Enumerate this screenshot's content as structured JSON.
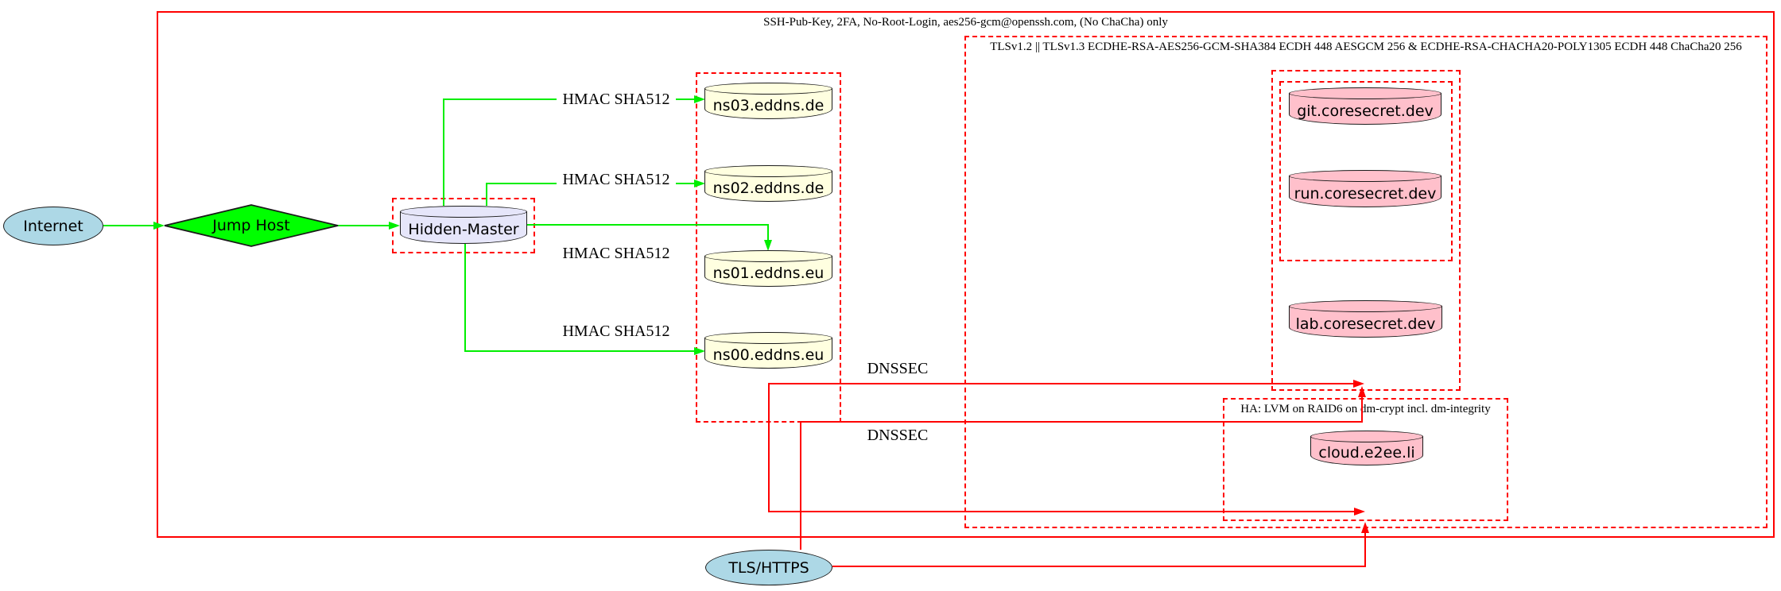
{
  "colors": {
    "edge-green": "#00ee00",
    "edge-red": "#ff0000",
    "node-border": "#1a1a1a",
    "lightblue": "#add8e6",
    "green": "#00ff00",
    "lavender": "#e6e6fa",
    "lightyellow": "#ffffe0",
    "pink": "#ffc0cb",
    "bg": "#ffffff",
    "text": "#000000"
  },
  "clusters": {
    "ssh_zone": {
      "label": "SSH-Pub-Key, 2FA, No-Root-Login, aes256-gcm@openssh.com, (No ChaCha) only"
    },
    "tls_zone": {
      "label": "TLSv1.2 || TLSv1.3 ECDHE-RSA-AES256-GCM-SHA384 ECDH 448 AESGCM 256 & ECDHE-RSA-CHACHA20-POLY1305 ECDH 448 ChaCha20 256"
    },
    "ha_zone": {
      "label": "HA: LVM on RAID6 on dm-crypt incl. dm-integrity"
    }
  },
  "nodes": {
    "internet": {
      "label": "Internet",
      "shape": "ellipse",
      "fill": "#add8e6"
    },
    "jump_host": {
      "label": "Jump Host",
      "shape": "diamond",
      "fill": "#00ff00"
    },
    "hidden_master": {
      "label": "Hidden-Master",
      "shape": "cylinder",
      "fill": "#e6e6fa"
    },
    "ns03": {
      "label": "ns03.eddns.de",
      "shape": "cylinder",
      "fill": "#ffffe0"
    },
    "ns02": {
      "label": "ns02.eddns.de",
      "shape": "cylinder",
      "fill": "#ffffe0"
    },
    "ns01": {
      "label": "ns01.eddns.eu",
      "shape": "cylinder",
      "fill": "#ffffe0"
    },
    "ns00": {
      "label": "ns00.eddns.eu",
      "shape": "cylinder",
      "fill": "#ffffe0"
    },
    "git": {
      "label": "git.coresecret.dev",
      "shape": "cylinder",
      "fill": "#ffc0cb"
    },
    "run": {
      "label": "run.coresecret.dev",
      "shape": "cylinder",
      "fill": "#ffc0cb"
    },
    "lab": {
      "label": "lab.coresecret.dev",
      "shape": "cylinder",
      "fill": "#ffc0cb"
    },
    "cloud": {
      "label": "cloud.e2ee.li",
      "shape": "cylinder",
      "fill": "#ffc0cb"
    },
    "tls_https": {
      "label": "TLS/HTTPS",
      "shape": "ellipse",
      "fill": "#add8e6"
    }
  },
  "edge_labels": {
    "hmac": "HMAC SHA512",
    "dnssec": "DNSSEC"
  },
  "edges": [
    {
      "from": "Internet",
      "to": "Jump Host",
      "label": "",
      "color": "green"
    },
    {
      "from": "Jump Host",
      "to": "Hidden-Master",
      "label": "",
      "color": "green"
    },
    {
      "from": "Hidden-Master",
      "to": "ns03.eddns.de",
      "label": "HMAC SHA512",
      "color": "green"
    },
    {
      "from": "Hidden-Master",
      "to": "ns02.eddns.de",
      "label": "HMAC SHA512",
      "color": "green"
    },
    {
      "from": "Hidden-Master",
      "to": "ns01.eddns.eu",
      "label": "HMAC SHA512",
      "color": "green"
    },
    {
      "from": "Hidden-Master",
      "to": "ns00.eddns.eu",
      "label": "HMAC SHA512",
      "color": "green"
    },
    {
      "from": "nameserver column",
      "to": "coresecret server cluster",
      "label": "DNSSEC",
      "color": "red"
    },
    {
      "from": "nameserver column",
      "to": "coresecret server cluster",
      "label": "DNSSEC",
      "color": "red"
    },
    {
      "from": "TLS/HTTPS",
      "to": "coresecret server cluster",
      "label": "",
      "color": "red"
    },
    {
      "from": "TLS/HTTPS",
      "to": "HA cluster",
      "label": "",
      "color": "red"
    }
  ]
}
